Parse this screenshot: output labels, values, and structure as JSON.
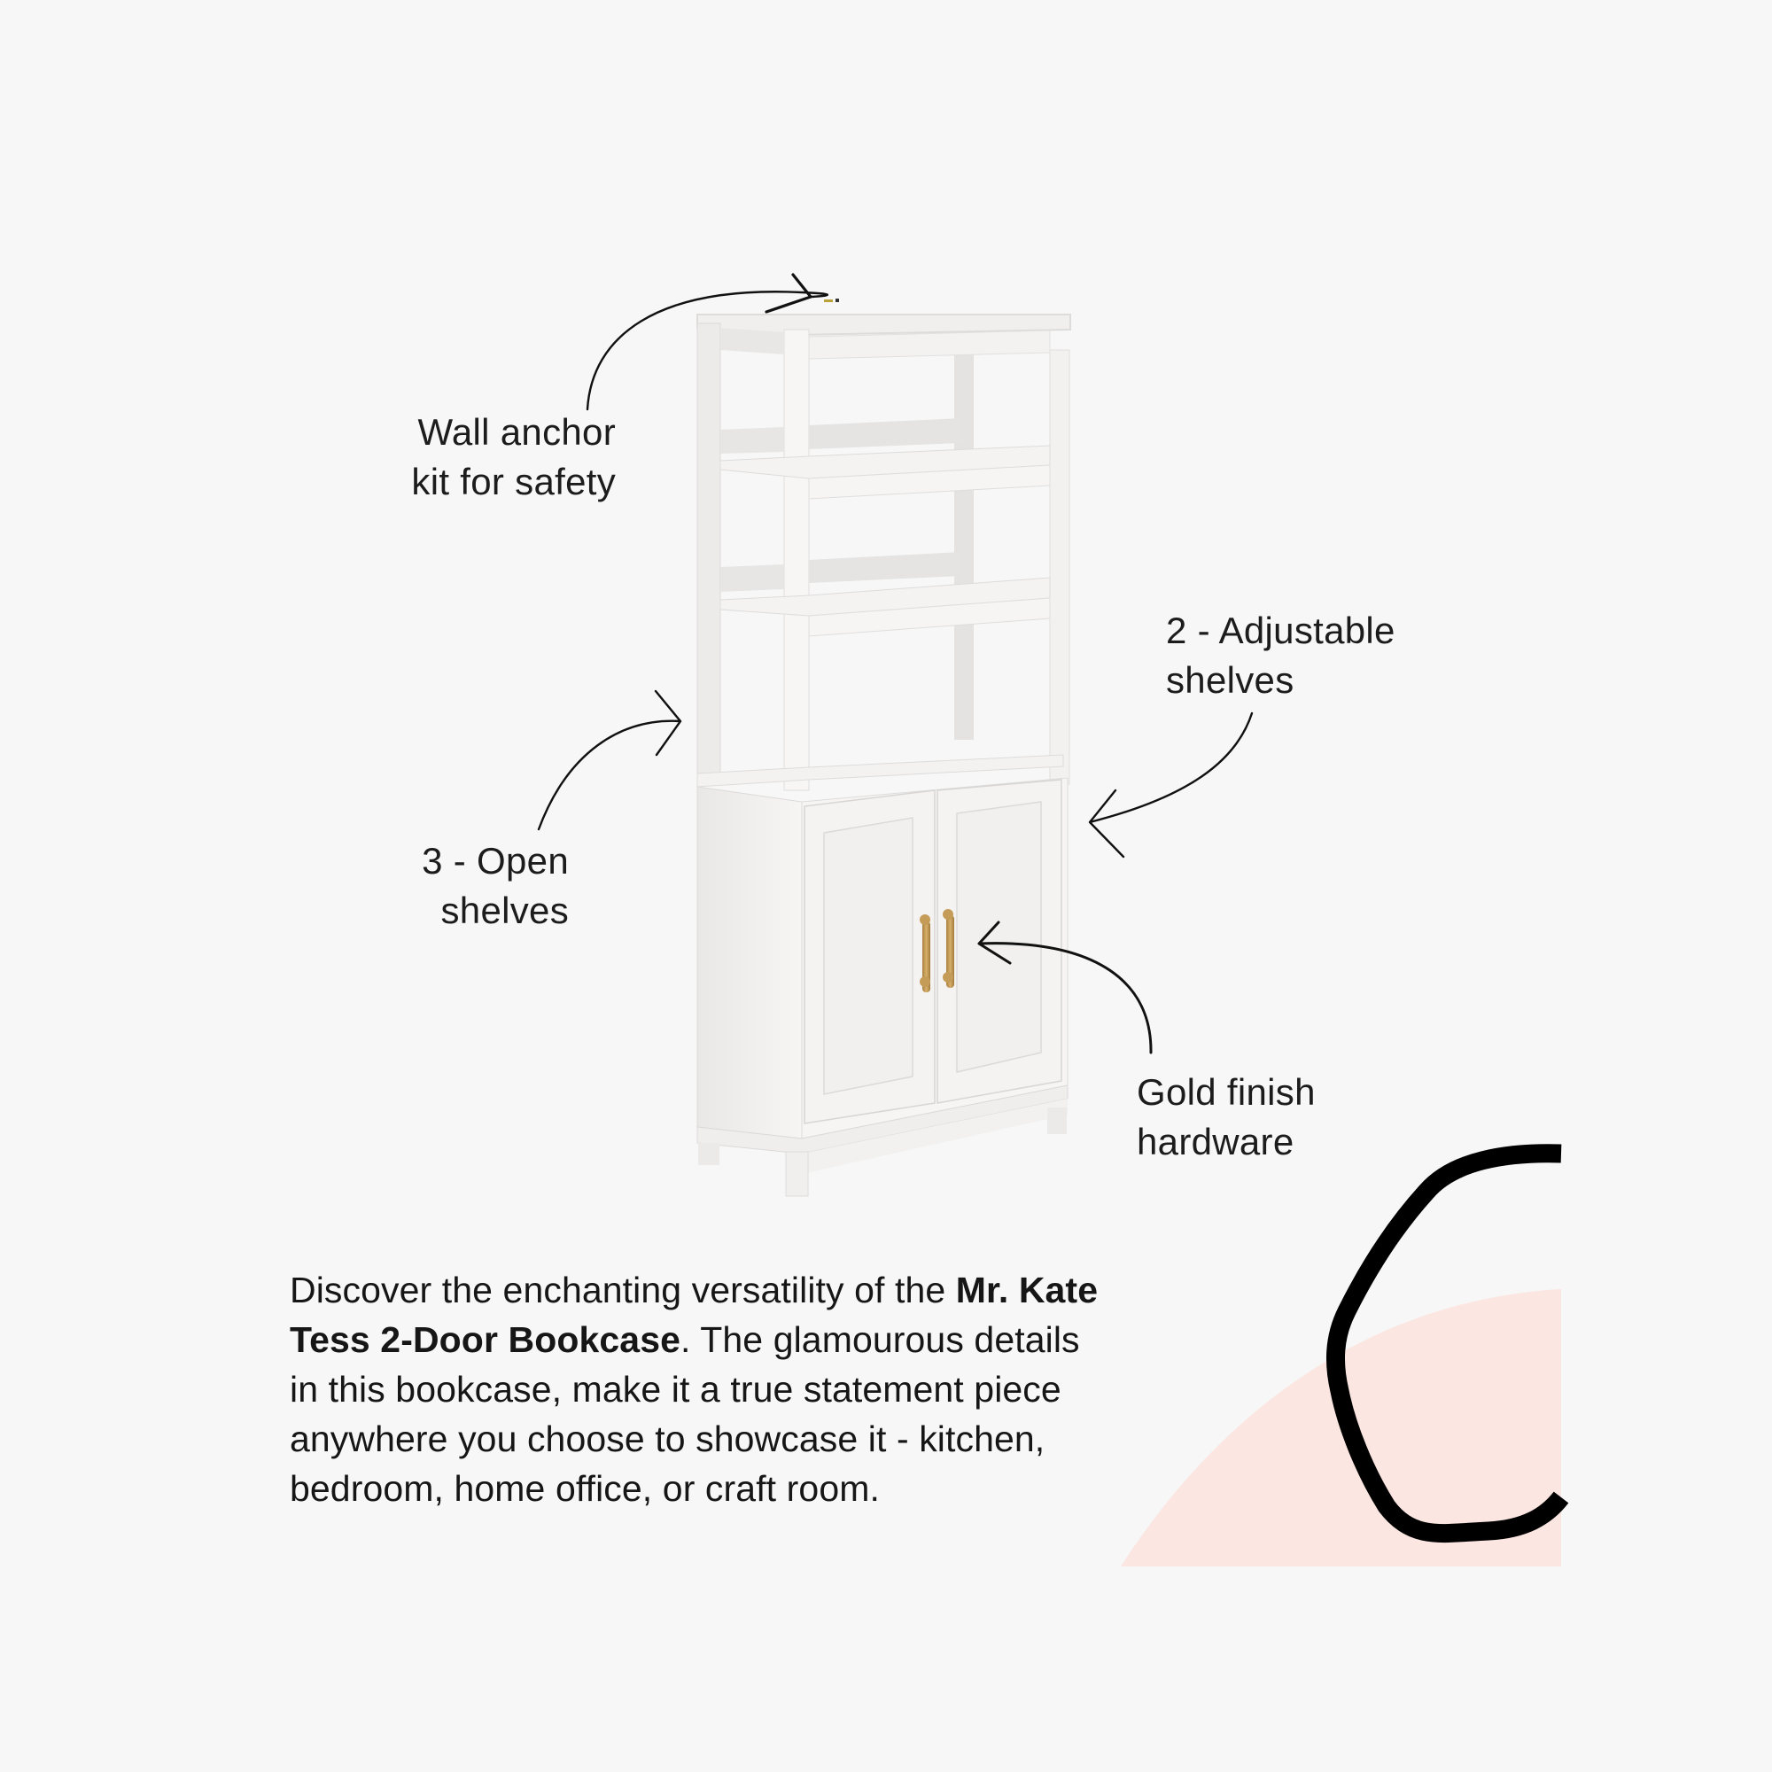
{
  "background_color": "#f7f7f7",
  "accent_colors": {
    "blush": "#fbe6e1",
    "outline": "#000000",
    "gold_hardware": "#c39a55",
    "furniture_white": "#f4f3f2"
  },
  "product": {
    "image_alt": "White two-door bookcase with three open shelves above a cabinet with gold handles"
  },
  "callouts": [
    {
      "id": "wall-anchor",
      "lines": [
        "Wall anchor",
        "kit for safety"
      ],
      "icon": "curved-arrow-icon"
    },
    {
      "id": "adjustable-shelves",
      "lines": [
        "2 - Adjustable",
        "shelves"
      ],
      "icon": "curved-arrow-icon"
    },
    {
      "id": "open-shelves",
      "lines": [
        "3 - Open",
        "shelves"
      ],
      "icon": "curved-arrow-icon"
    },
    {
      "id": "gold-hardware",
      "lines": [
        "Gold finish",
        "hardware"
      ],
      "icon": "curved-arrow-icon"
    }
  ],
  "description": {
    "line1_prefix": "Discover the enchanting versatility of the ",
    "line1_bold": "Mr. Kate",
    "line2_bold": "Tess 2-Door Bookcase",
    "line2_suffix": ". The glamourous details",
    "line3": "in this bookcase, make it a true statement piece",
    "line4": "anywhere you choose to showcase it - kitchen,",
    "line5": "bedroom, home office, or craft room."
  }
}
